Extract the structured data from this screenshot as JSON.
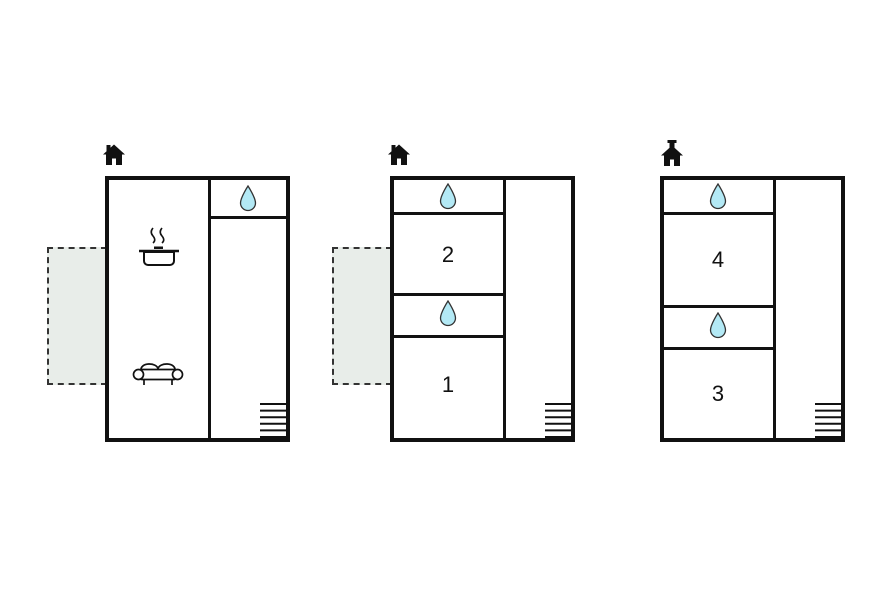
{
  "diagram": {
    "type": "floor-plan",
    "floor_count": 3
  },
  "colors": {
    "wall": "#111111",
    "water_drop_fill": "#b3e9f5",
    "water_drop_outline": "#333333",
    "terrace_fill": "#e8ede9",
    "terrace_border": "#333333",
    "background": "#ffffff"
  },
  "floors": [
    {
      "id": "ground-floor",
      "icons": [
        "house-icon",
        "water-drop-icon",
        "kitchen-pot-icon",
        "sofa-icon",
        "stairs-icon"
      ],
      "rooms": [],
      "has_terrace": true
    },
    {
      "id": "first-floor",
      "icons": [
        "house-icon",
        "water-drop-icon",
        "water-drop-icon",
        "stairs-icon"
      ],
      "rooms": [
        {
          "label": "2"
        },
        {
          "label": "1"
        }
      ],
      "has_terrace": true
    },
    {
      "id": "second-floor",
      "icons": [
        "house-icon",
        "water-drop-icon",
        "water-drop-icon",
        "stairs-icon"
      ],
      "rooms": [
        {
          "label": "4"
        },
        {
          "label": "3"
        }
      ],
      "has_terrace": false
    }
  ]
}
